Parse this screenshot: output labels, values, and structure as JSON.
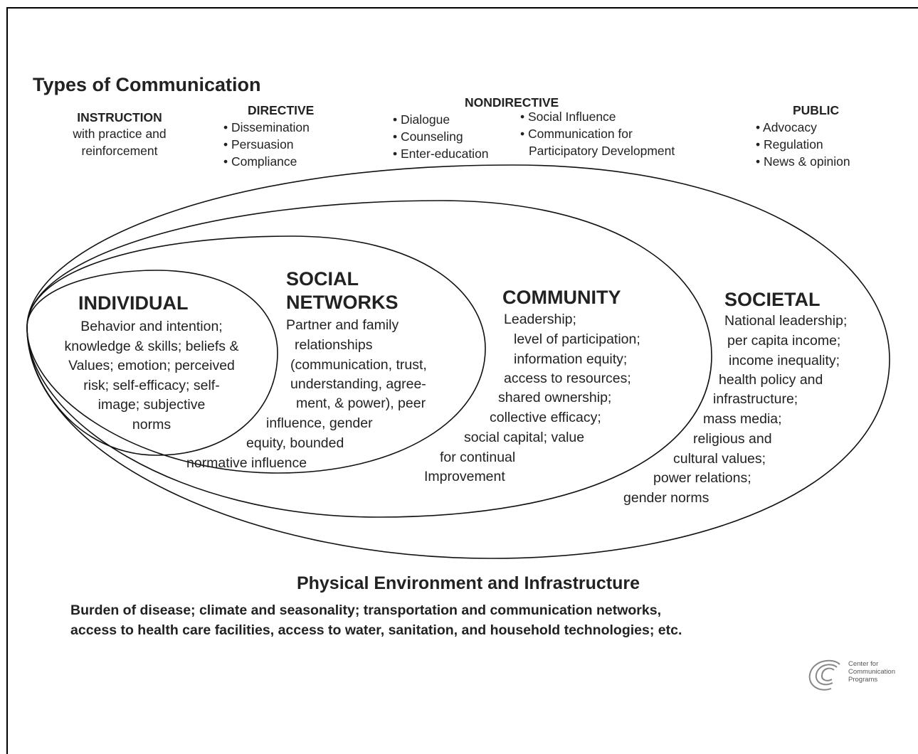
{
  "diagram": {
    "title": "Types of Communication",
    "communication_types": {
      "instruction": {
        "heading": "INSTRUCTION",
        "lines": [
          "with practice and",
          "reinforcement"
        ]
      },
      "directive": {
        "heading": "DIRECTIVE",
        "items": [
          "• Dissemination",
          "• Persuasion",
          "• Compliance"
        ]
      },
      "nondirective": {
        "heading": "NONDIRECTIVE",
        "left_items": [
          "• Dialogue",
          "• Counseling",
          "• Enter-education"
        ],
        "right_items": [
          "• Social Influence",
          "• Communication for",
          "Participatory Development"
        ]
      },
      "public": {
        "heading": "PUBLIC",
        "items": [
          "• Advocacy",
          "• Regulation",
          "• News & opinion"
        ]
      }
    },
    "levels": {
      "individual": {
        "title": "INDIVIDUAL",
        "lines": [
          "Behavior and intention;",
          "knowledge & skills; beliefs &",
          "Values; emotion; perceived",
          "risk; self-efficacy; self-",
          "image; subjective",
          "norms"
        ]
      },
      "social_networks": {
        "title_lines": [
          "SOCIAL",
          "NETWORKS"
        ],
        "lines": [
          "Partner and family",
          "relationships",
          "(communication, trust,",
          "understanding, agree-",
          "ment, & power), peer",
          "influence, gender",
          "equity, bounded",
          "normative influence"
        ]
      },
      "community": {
        "title": "COMMUNITY",
        "lines": [
          "Leadership;",
          "level of participation;",
          "information equity;",
          "access to resources;",
          "shared ownership;",
          "collective efficacy;",
          "social capital; value",
          "for continual",
          "Improvement"
        ]
      },
      "societal": {
        "title": "SOCIETAL",
        "lines": [
          "National leadership;",
          "per capita income;",
          "income inequality;",
          "health policy and",
          "infrastructure;",
          "mass media;",
          "religious and",
          "cultural values;",
          "power relations;",
          "gender norms"
        ]
      }
    },
    "environment": {
      "title": "Physical Environment and Infrastructure",
      "lines": [
        "Burden of disease; climate and seasonality; transportation and communication networks,",
        "access to health care facilities, access to water, sanitation, and household technologies; etc."
      ]
    },
    "logo": {
      "lines": [
        "Center for",
        "Communication",
        "Programs"
      ]
    }
  }
}
